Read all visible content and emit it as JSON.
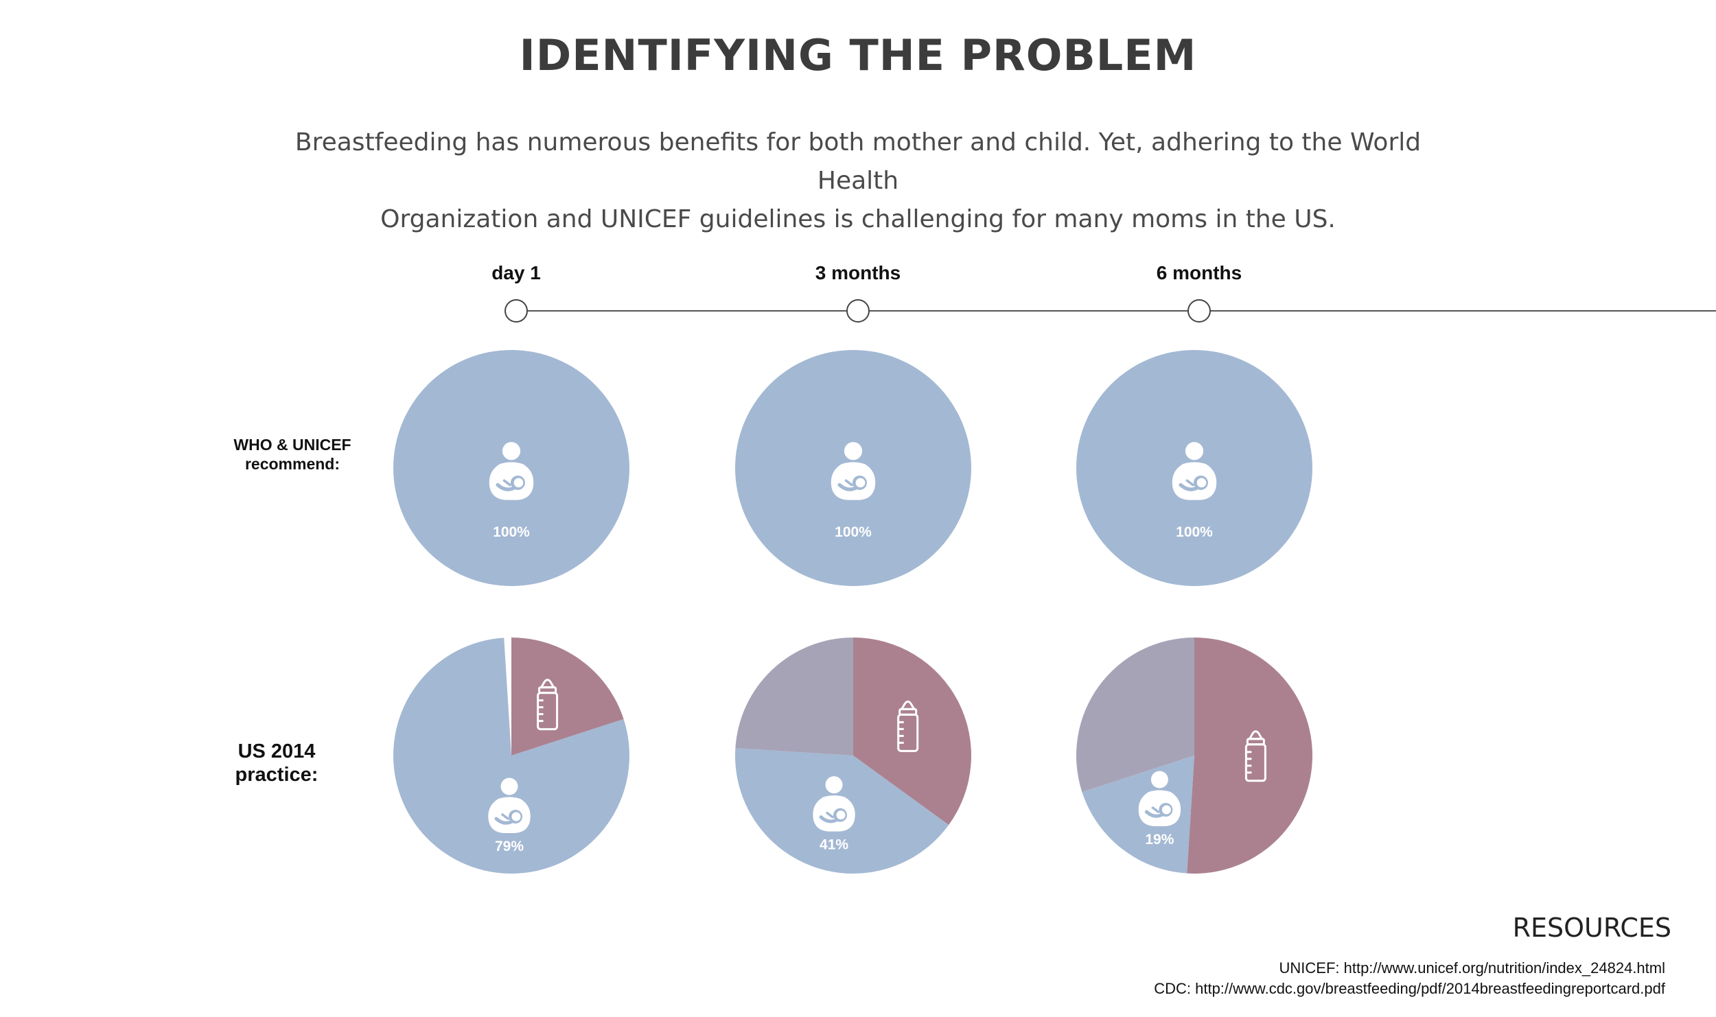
{
  "header": {
    "title": "IDENTIFYING THE PROBLEM",
    "subtitle_line1": "Breastfeeding has numerous benefits for both mother and child.  Yet, adhering to the World Health",
    "subtitle_line2": "Organization and UNICEF guidelines is challenging for many moms in the US."
  },
  "rows": {
    "recommend_line1": "WHO & UNICEF",
    "recommend_line2": "recommend:",
    "practice_line1": "US 2014",
    "practice_line2": "practice:"
  },
  "colors": {
    "breastfeeding": "#a3b8d3",
    "formula": "#ab8190",
    "mixed": "#a7a3b7",
    "timeline": "#555555",
    "label": "#111111"
  },
  "icons": {
    "breastfeeding": "breastfeeding-icon",
    "formula": "baby-bottle-icon",
    "milestone": "timeline-marker-icon"
  },
  "chart_data": {
    "type": "pie",
    "timepoints": [
      "day 1",
      "3 months",
      "6 months"
    ],
    "recommendation": [
      {
        "timepoint": "day 1",
        "breastfeeding": 100,
        "label": "100%"
      },
      {
        "timepoint": "3 months",
        "breastfeeding": 100,
        "label": "100%"
      },
      {
        "timepoint": "6 months",
        "breastfeeding": 100,
        "label": "100%"
      }
    ],
    "practice": [
      {
        "timepoint": "day 1",
        "formula_start": 0,
        "formula": 20,
        "mixed": 0,
        "breastfeeding": 79,
        "label": "79%"
      },
      {
        "timepoint": "3 months",
        "formula_start": 0,
        "formula": 35,
        "mixed": 25,
        "breastfeeding": 41,
        "label": "41%"
      },
      {
        "timepoint": "6 months",
        "formula_start": 0,
        "formula": 51,
        "mixed": 30,
        "breastfeeding": 19,
        "label": "19%"
      }
    ]
  },
  "resources": {
    "heading": "RESOURCES",
    "unicef": "UNICEF: http://www.unicef.org/nutrition/index_24824.html",
    "cdc": "CDC: http://www.cdc.gov/breastfeeding/pdf/2014breastfeedingreportcard.pdf"
  }
}
